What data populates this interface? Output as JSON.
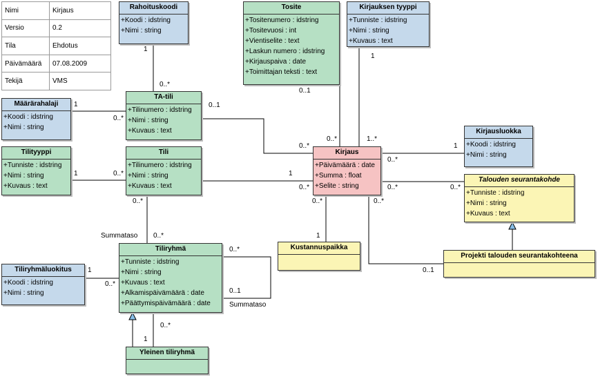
{
  "meta_table": [
    {
      "key": "Nimi",
      "value": "Kirjaus"
    },
    {
      "key": "Versio",
      "value": "0.2"
    },
    {
      "key": "Tila",
      "value": "Ehdotus"
    },
    {
      "key": "Päivämäärä",
      "value": "07.08.2009"
    },
    {
      "key": "Tekijä",
      "value": "VMS"
    }
  ],
  "classes": {
    "rahoituskoodi": {
      "name": "Rahoituskoodi",
      "attrs": [
        "+Koodi : idstring",
        "+Nimi : string"
      ]
    },
    "tosite": {
      "name": "Tosite",
      "attrs": [
        "+Tositenumero : idstring",
        "+Tositevuosi : int",
        "+Vientiselite : text",
        "+Laskun numero : idstring",
        "+Kirjauspaiva : date",
        "+Toimittajan teksti : text"
      ]
    },
    "kirjauksen_tyyppi": {
      "name": "Kirjauksen tyyppi",
      "attrs": [
        "+Tunniste : idstring",
        "+Nimi : string",
        "+Kuvaus : text"
      ]
    },
    "maararahalaji": {
      "name": "Määrärahalaji",
      "attrs": [
        "+Koodi : idstring",
        "+Nimi : string"
      ]
    },
    "ta_tili": {
      "name": "TA-tili",
      "attrs": [
        "+Tilinumero : idstring",
        "+Nimi : string",
        "+Kuvaus : text"
      ]
    },
    "tilityyppi": {
      "name": "Tilityyppi",
      "attrs": [
        "+Tunniste : idstring",
        "+Nimi : string",
        "+Kuvaus : text"
      ]
    },
    "tili": {
      "name": "Tili",
      "attrs": [
        "+Tilinumero : idstring",
        "+Nimi : string",
        "+Kuvaus : text"
      ]
    },
    "kirjaus": {
      "name": "Kirjaus",
      "attrs": [
        "+Päivämäärä : date",
        "+Summa : float",
        "+Selite : string"
      ]
    },
    "kirjausluokka": {
      "name": "Kirjausluokka",
      "attrs": [
        "+Koodi : idstring",
        "+Nimi : string"
      ]
    },
    "talouden_seurantakohde": {
      "name": "Talouden seurantakohde",
      "attrs": [
        "+Tunniste : idstring",
        "+Nimi : string",
        "+Kuvaus : text"
      ]
    },
    "kustannuspaikka": {
      "name": "Kustannuspaikka",
      "attrs": []
    },
    "projekti": {
      "name": "Projekti talouden seurantakohteena",
      "attrs": []
    },
    "tiliryhmaluokitus": {
      "name": "Tiliryhmäluokitus",
      "attrs": [
        "+Koodi : idstring",
        "+Nimi : string"
      ]
    },
    "tiliryhma": {
      "name": "Tiliryhmä",
      "attrs": [
        "+Tunniste : idstring",
        "+Nimi : string",
        "+Kuvaus : text",
        "+Alkamispäivämäärä : date",
        "+Päättymispäivämäärä : date"
      ]
    },
    "yleinen_tiliryhma": {
      "name": "Yleinen tiliryhmä",
      "attrs": []
    }
  },
  "multiplicities": {
    "rahoitus_1": "1",
    "rahoitus_many": "0..*",
    "maara_1": "1",
    "maara_many": "0..*",
    "tatili_kirjaus_01": "0..1",
    "tatili_kirjaus_many": "0..*",
    "tosite_01": "0..1",
    "tosite_many": "0..*",
    "ktyyppi_1": "1",
    "ktyyppi_many": "1..*",
    "kluokka_1": "1",
    "kluokka_many": "0..*",
    "tilityyppi_1": "1",
    "tilityyppi_many": "0..*",
    "tili_kirjaus_1": "1",
    "tili_kirjaus_many": "0..*",
    "seuranta_kirjaus_many": "0..*",
    "seuranta_many": "0..*",
    "kustannus_kirjaus_many": "0..*",
    "kustannus_1": "1",
    "projekti_kirjaus_many": "0..*",
    "projekti_01": "0..1",
    "tili_ryhma_many1": "0..*",
    "tili_ryhma_many2": "0..*",
    "luokitus_1": "1",
    "luokitus_many": "0..*",
    "self_many": "0..*",
    "self_01": "0..1",
    "yleinen_many": "0..*",
    "yleinen_1": "1"
  },
  "role_labels": {
    "summataso_left": "Summataso",
    "summataso_right": "Summataso"
  }
}
